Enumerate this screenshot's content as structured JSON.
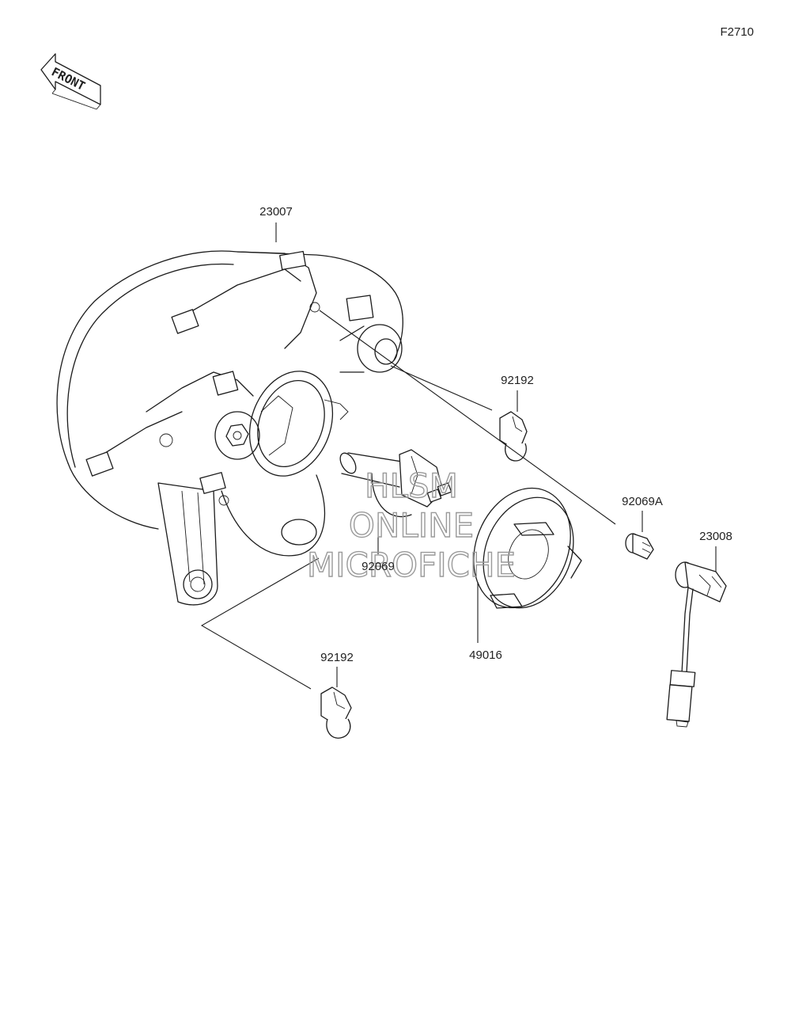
{
  "figure_code": "F2710",
  "front_indicator": "FRONT",
  "watermark": {
    "line1": "HLSM",
    "line2": "ONLINE",
    "line3": "MICROFICHE"
  },
  "parts": [
    {
      "id": "headlight-assembly",
      "number": "23007"
    },
    {
      "id": "bulb-socket-upper",
      "number": "92192"
    },
    {
      "id": "position-bulb",
      "number": "92069A"
    },
    {
      "id": "socket-harness",
      "number": "23008"
    },
    {
      "id": "headlight-bulb",
      "number": "92069"
    },
    {
      "id": "dust-cover",
      "number": "49016"
    },
    {
      "id": "bulb-socket-lower",
      "number": "92192"
    }
  ]
}
